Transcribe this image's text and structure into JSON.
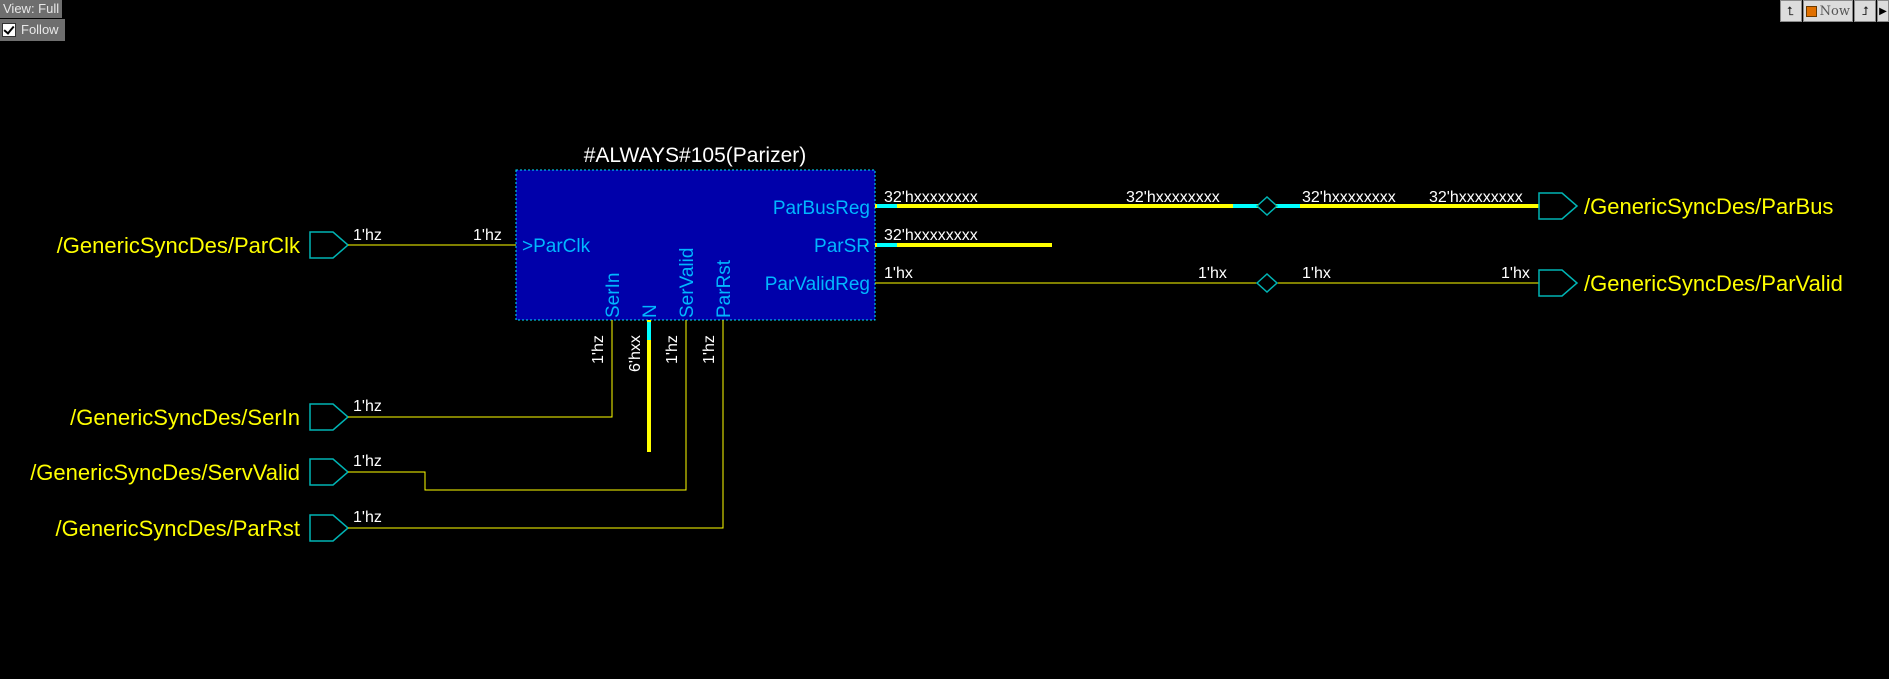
{
  "view": {
    "label": "View: Full",
    "follow_label": "Follow",
    "follow_checked": true
  },
  "toolbar": {
    "now_label": "Now"
  },
  "colors": {
    "background": "#000000",
    "wire": "#ffff00",
    "bus": "#00ffff",
    "block_fill": "#0000aa",
    "block_border": "#00e5ff",
    "port_text": "#00b7ff",
    "connector": "#00b4b4"
  },
  "block": {
    "title": "#ALWAYS#105(Parizer)",
    "ports_left": {
      "clk": ">ParClk"
    },
    "ports_right": {
      "bus": "ParBusReg",
      "sr": "ParSR",
      "valid": "ParValidReg"
    },
    "ports_bottom": {
      "serin": "SerIn",
      "n": "N",
      "servalid": "SerValid",
      "parrst": "ParRst"
    }
  },
  "signals": {
    "inputs": {
      "parclk": "/GenericSyncDes/ParClk",
      "serin": "/GenericSyncDes/SerIn",
      "servalid": "/GenericSyncDes/ServValid",
      "parrst": "/GenericSyncDes/ParRst"
    },
    "outputs": {
      "parbus": "/GenericSyncDes/ParBus",
      "parvalid": "/GenericSyncDes/ParValid"
    }
  },
  "values": {
    "parclk_src": "1'hz",
    "parclk_dst": "1'hz",
    "serin_src": "1'hz",
    "servalid_src": "1'hz",
    "parrst_src": "1'hz",
    "serin_pin": "1'hz",
    "n_pin": "6'hxx",
    "servalid_pin": "1'hz",
    "parrst_pin": "1'hz",
    "parbus_1": "32'hxxxxxxxx",
    "parbus_2": "32'hxxxxxxxx",
    "parbus_3": "32'hxxxxxxxx",
    "parbus_4": "32'hxxxxxxxx",
    "parsr": "32'hxxxxxxxx",
    "parvalid_1": "1'hx",
    "parvalid_2": "1'hx",
    "parvalid_3": "1'hx",
    "parvalid_4": "1'hx"
  }
}
